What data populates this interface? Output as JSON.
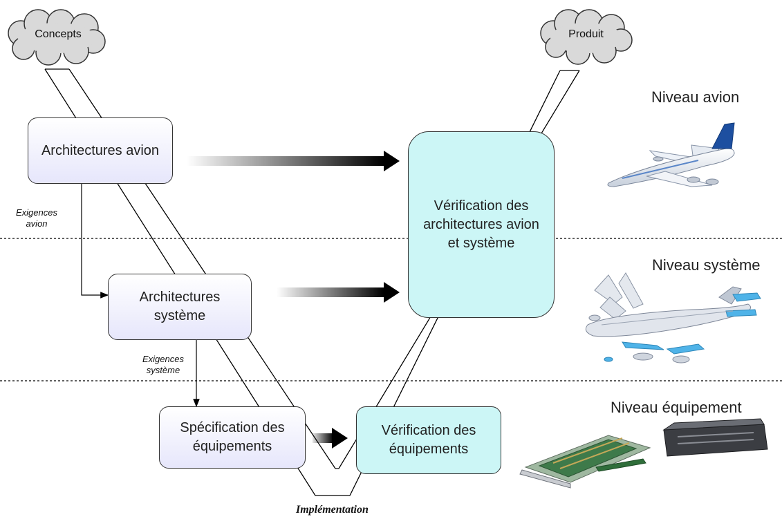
{
  "clouds": {
    "start": "Concepts",
    "end": "Produit"
  },
  "boxes": {
    "aircraft_arch": "Architectures avion",
    "system_arch": "Architectures système",
    "equipment_spec": "Spécification des équipements",
    "arch_verification": "Vérification des architectures avion et système",
    "equipment_verification": "Vérification des équipements"
  },
  "requirements": {
    "aircraft": "Exigences avion",
    "system": "Exigences système"
  },
  "levels": {
    "aircraft": "Niveau avion",
    "system": "Niveau système",
    "equipment": "Niveau équipement"
  },
  "bottom_label": "Implémentation",
  "colors": {
    "spec_fill_top": "#ffffff",
    "spec_fill_bottom": "#e6e6fb",
    "verification_fill": "#ccf6f6",
    "outline": "#333333",
    "arrow": "#000000"
  },
  "icons": {
    "aircraft_level": "aircraft-icon",
    "system_level": "exploded-aircraft-icon",
    "equipment_level": "electronic-equipment-icon"
  }
}
